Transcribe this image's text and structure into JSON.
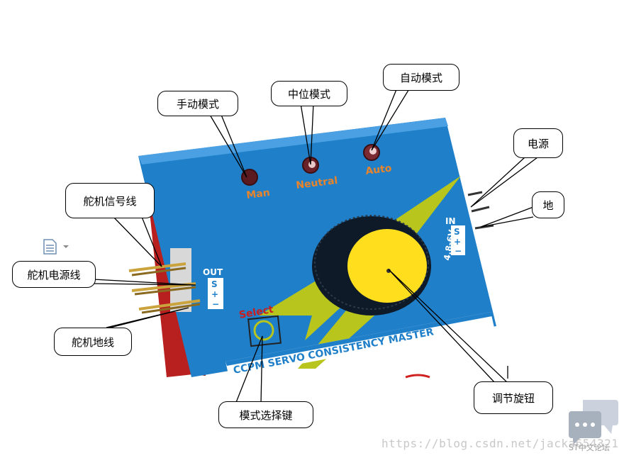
{
  "callouts": {
    "manual_mode": "手动模式",
    "center_mode": "中位模式",
    "auto_mode": "自动模式",
    "power": "电源",
    "ground": "地",
    "servo_signal": "舵机信号线",
    "servo_power": "舵机电源线",
    "servo_ground": "舵机地线",
    "mode_select_key": "模式选择键",
    "adjust_knob": "调节旋钮"
  },
  "device": {
    "led_man": "Man",
    "led_neutral": "Neutral",
    "led_auto": "Auto",
    "out_label": "OUT",
    "out_pins": [
      "S",
      "+",
      "−"
    ],
    "in_label": "IN",
    "in_pins": [
      "S",
      "+",
      "−"
    ],
    "voltage": "4.8-6V",
    "select_label": "Select",
    "banner": "CCPM SERVO CONSISTENCY MASTER"
  },
  "watermark": {
    "url": "https://blog.csdn.net/jacka654321",
    "forum": "ST中文论坛"
  },
  "colors": {
    "device_blue": "#1f7fc9",
    "lightning_green": "#b7c51c",
    "knob_yellow": "#ffde1e",
    "label_orange": "#e8842b",
    "select_red": "#c81e1e"
  }
}
